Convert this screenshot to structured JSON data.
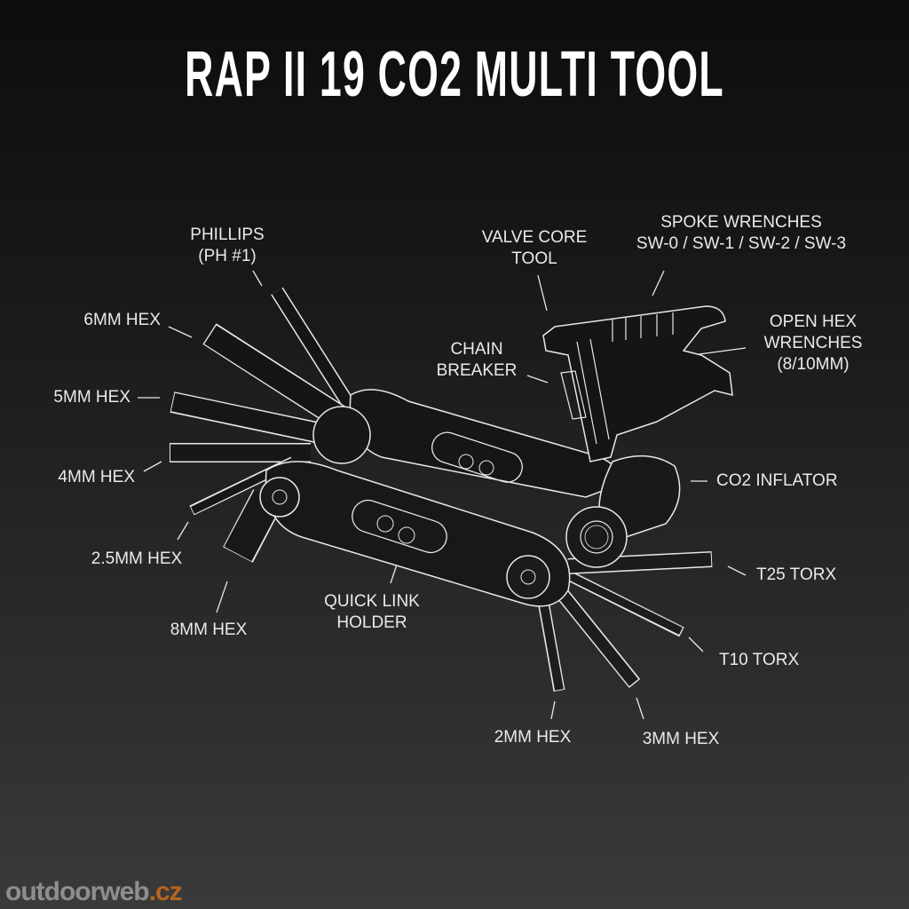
{
  "title": "RAP II 19 CO2 MULTI TOOL",
  "labels": {
    "phillips": [
      "PHILLIPS",
      "(PH #1)"
    ],
    "hex6": "6MM HEX",
    "hex5": "5MM HEX",
    "hex4": "4MM HEX",
    "hex25": "2.5MM HEX",
    "hex8": "8MM HEX",
    "quick_link": [
      "QUICK LINK",
      "HOLDER"
    ],
    "valve_core": [
      "VALVE CORE",
      "TOOL"
    ],
    "spoke": [
      "SPOKE WRENCHES",
      "SW-0 / SW-1 / SW-2 / SW-3"
    ],
    "chain_breaker": [
      "CHAIN",
      "BREAKER"
    ],
    "open_hex": [
      "OPEN HEX",
      "WRENCHES",
      "(8/10MM)"
    ],
    "co2": "CO2 INFLATOR",
    "t25": "T25 TORX",
    "t10": "T10 TORX",
    "hex2": "2MM HEX",
    "hex3": "3MM HEX"
  },
  "watermark": {
    "main": "outdoorweb",
    "tld": ".cz",
    "tld_color": "#b5651d"
  }
}
